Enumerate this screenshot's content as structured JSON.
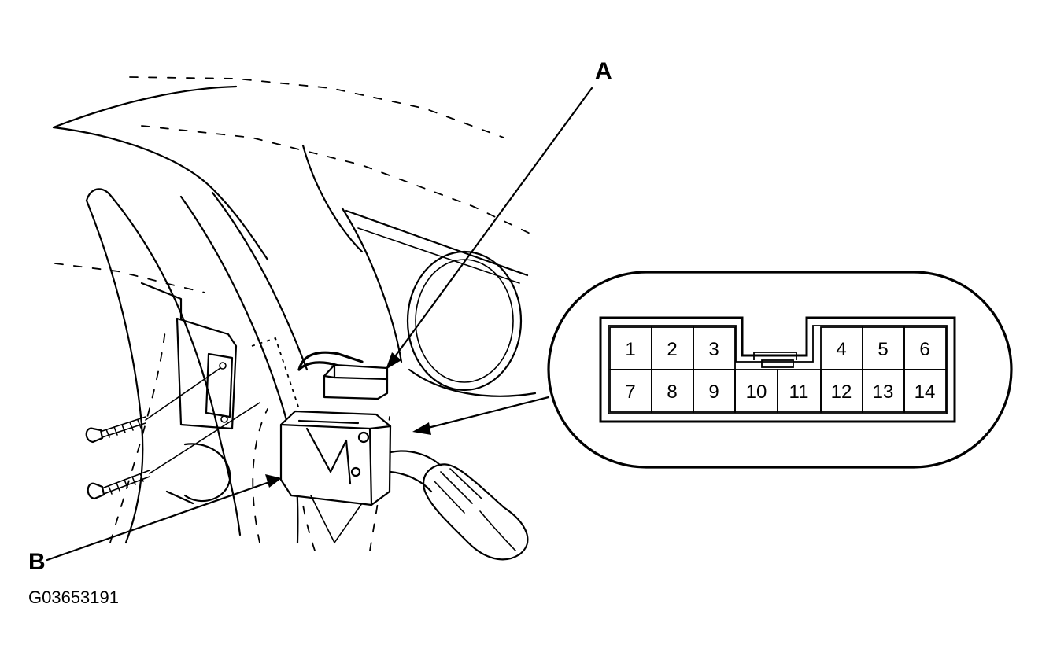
{
  "callouts": {
    "a": "A",
    "b": "B"
  },
  "figure_code": "G03653191",
  "connector": {
    "top_row": [
      "1",
      "2",
      "3",
      "4",
      "5",
      "6"
    ],
    "bottom_row": [
      "7",
      "8",
      "9",
      "10",
      "11",
      "12",
      "13",
      "14"
    ]
  }
}
